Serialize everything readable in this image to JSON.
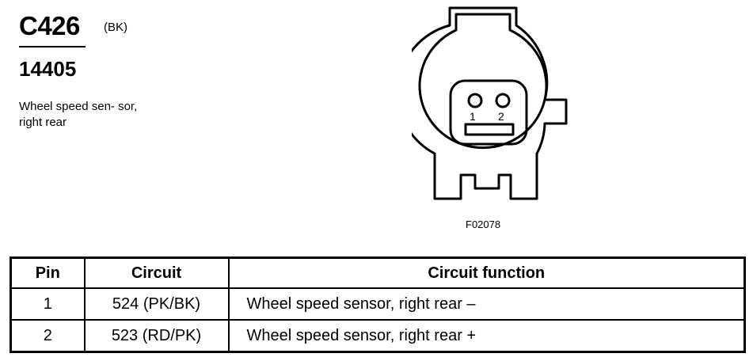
{
  "connector": {
    "id": "C426",
    "color": "(BK)",
    "part_number": "14405",
    "description": "Wheel speed sen- sor, right rear",
    "figure_code": "F02078",
    "pin_labels": [
      "1",
      "2"
    ]
  },
  "table": {
    "headers": {
      "pin": "Pin",
      "circuit": "Circuit",
      "function": "Circuit function"
    },
    "rows": [
      {
        "pin": "1",
        "circuit": "524 (PK/BK)",
        "function": "Wheel speed sensor, right rear –"
      },
      {
        "pin": "2",
        "circuit": "523 (RD/PK)",
        "function": "Wheel speed sensor, right rear +"
      }
    ]
  }
}
